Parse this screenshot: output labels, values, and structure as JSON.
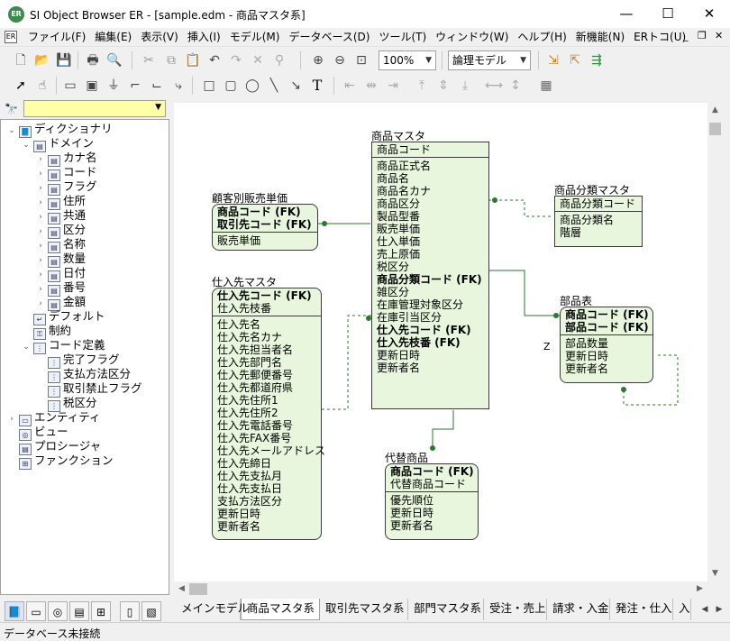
{
  "window": {
    "title": "SI Object Browser ER - [sample.edm - 商品マスタ系]",
    "app_icon_text": "ER"
  },
  "window_buttons": {
    "minimize": "—",
    "maximize": "☐",
    "close": "✕"
  },
  "menu": {
    "items": [
      "ファイル(F)",
      "編集(E)",
      "表示(V)",
      "挿入(I)",
      "モデル(M)",
      "データベース(D)",
      "ツール(T)",
      "ウィンドウ(W)",
      "ヘルプ(H)",
      "新機能(N)",
      "ERトコ(U)"
    ],
    "mdi_min": "_",
    "mdi_restore": "❐",
    "mdi_close": "✕"
  },
  "toolbar": {
    "zoom": "100%",
    "model_mode": "論理モデル"
  },
  "search": {
    "value": ""
  },
  "tree": [
    {
      "label": "ディクショナリ",
      "exp": "v",
      "icon": "book-icon",
      "level": 0
    },
    {
      "label": "ドメイン",
      "exp": "v",
      "icon": "domain-icon",
      "level": 1
    },
    {
      "label": "カナ名",
      "exp": ">",
      "icon": "domain-icon",
      "level": 2
    },
    {
      "label": "コード",
      "exp": ">",
      "icon": "domain-icon",
      "level": 2
    },
    {
      "label": "フラグ",
      "exp": ">",
      "icon": "domain-icon",
      "level": 2
    },
    {
      "label": "住所",
      "exp": ">",
      "icon": "domain-icon",
      "level": 2
    },
    {
      "label": "共通",
      "exp": ">",
      "icon": "domain-icon",
      "level": 2
    },
    {
      "label": "区分",
      "exp": ">",
      "icon": "domain-icon",
      "level": 2
    },
    {
      "label": "名称",
      "exp": ">",
      "icon": "domain-icon",
      "level": 2
    },
    {
      "label": "数量",
      "exp": ">",
      "icon": "domain-icon",
      "level": 2
    },
    {
      "label": "日付",
      "exp": ">",
      "icon": "domain-icon",
      "level": 2
    },
    {
      "label": "番号",
      "exp": ">",
      "icon": "domain-icon",
      "level": 2
    },
    {
      "label": "金額",
      "exp": ">",
      "icon": "domain-icon",
      "level": 2
    },
    {
      "label": "デフォルト",
      "exp": "",
      "icon": "default-icon",
      "level": 1
    },
    {
      "label": "制約",
      "exp": "",
      "icon": "constraint-icon",
      "level": 1
    },
    {
      "label": "コード定義",
      "exp": "v",
      "icon": "code-def-icon",
      "level": 1
    },
    {
      "label": "完了フラグ",
      "exp": "",
      "icon": "code-def-icon",
      "level": 2
    },
    {
      "label": "支払方法区分",
      "exp": "",
      "icon": "code-def-icon",
      "level": 2
    },
    {
      "label": "取引禁止フラグ",
      "exp": "",
      "icon": "code-def-icon",
      "level": 2
    },
    {
      "label": "税区分",
      "exp": "",
      "icon": "code-def-icon",
      "level": 2
    },
    {
      "label": "エンティティ",
      "exp": ">",
      "icon": "entity-icon",
      "level": 0
    },
    {
      "label": "ビュー",
      "exp": "",
      "icon": "view-icon",
      "level": 0
    },
    {
      "label": "プロシージャ",
      "exp": "",
      "icon": "procedure-icon",
      "level": 0
    },
    {
      "label": "ファンクション",
      "exp": "",
      "icon": "function-icon",
      "level": 0
    }
  ],
  "entities": {
    "shohin": {
      "name": "商品マスタ",
      "keys": [
        "商品コード"
      ],
      "attrs": [
        "商品正式名",
        "商品名",
        "商品名カナ",
        "商品区分",
        "製品型番",
        "販売単価",
        "仕入単価",
        "売上原価",
        "税区分",
        "商品分類コード (FK)",
        "雑区分",
        "在庫管理対象区分",
        "在庫引当区分",
        "仕入先コード (FK)",
        "仕入先枝番 (FK)",
        "更新日時",
        "更新者名"
      ]
    },
    "kokyaku": {
      "name": "顧客別販売単価",
      "keys": [
        "商品コード (FK)",
        "取引先コード (FK)"
      ],
      "attrs": [
        "販売単価"
      ]
    },
    "shiiresaki": {
      "name": "仕入先マスタ",
      "keys": [
        "仕入先コード (FK)",
        "仕入先枝番"
      ],
      "attrs": [
        "仕入先名",
        "仕入先名カナ",
        "仕入先担当者名",
        "仕入先部門名",
        "仕入先郵便番号",
        "仕入先都道府県",
        "仕入先住所1",
        "仕入先住所2",
        "仕入先電話番号",
        "仕入先FAX番号",
        "仕入先メールアドレス",
        "仕入先締日",
        "仕入先支払月",
        "仕入先支払日",
        "支払方法区分",
        "更新日時",
        "更新者名"
      ]
    },
    "bunrui": {
      "name": "商品分類マスタ",
      "keys": [
        "商品分類コード"
      ],
      "attrs": [
        "商品分類名",
        "階層"
      ]
    },
    "buhin": {
      "name": "部品表",
      "keys": [
        "商品コード (FK)",
        "部品コード (FK)"
      ],
      "attrs": [
        "部品数量",
        "更新日時",
        "更新者名"
      ]
    },
    "daitai": {
      "name": "代替商品",
      "keys": [
        "商品コード (FK)",
        "代替商品コード"
      ],
      "attrs": [
        "優先順位",
        "更新日時",
        "更新者名"
      ]
    }
  },
  "relationship_label": "Z",
  "sheet_tabs": [
    "メインモデル",
    "商品マスタ系",
    "取引先マスタ系",
    "部門マスタ系",
    "受注・売上",
    "請求・入金",
    "発注・仕入",
    "入"
  ],
  "active_sheet": "商品マスタ系",
  "status": "データベース未接続"
}
